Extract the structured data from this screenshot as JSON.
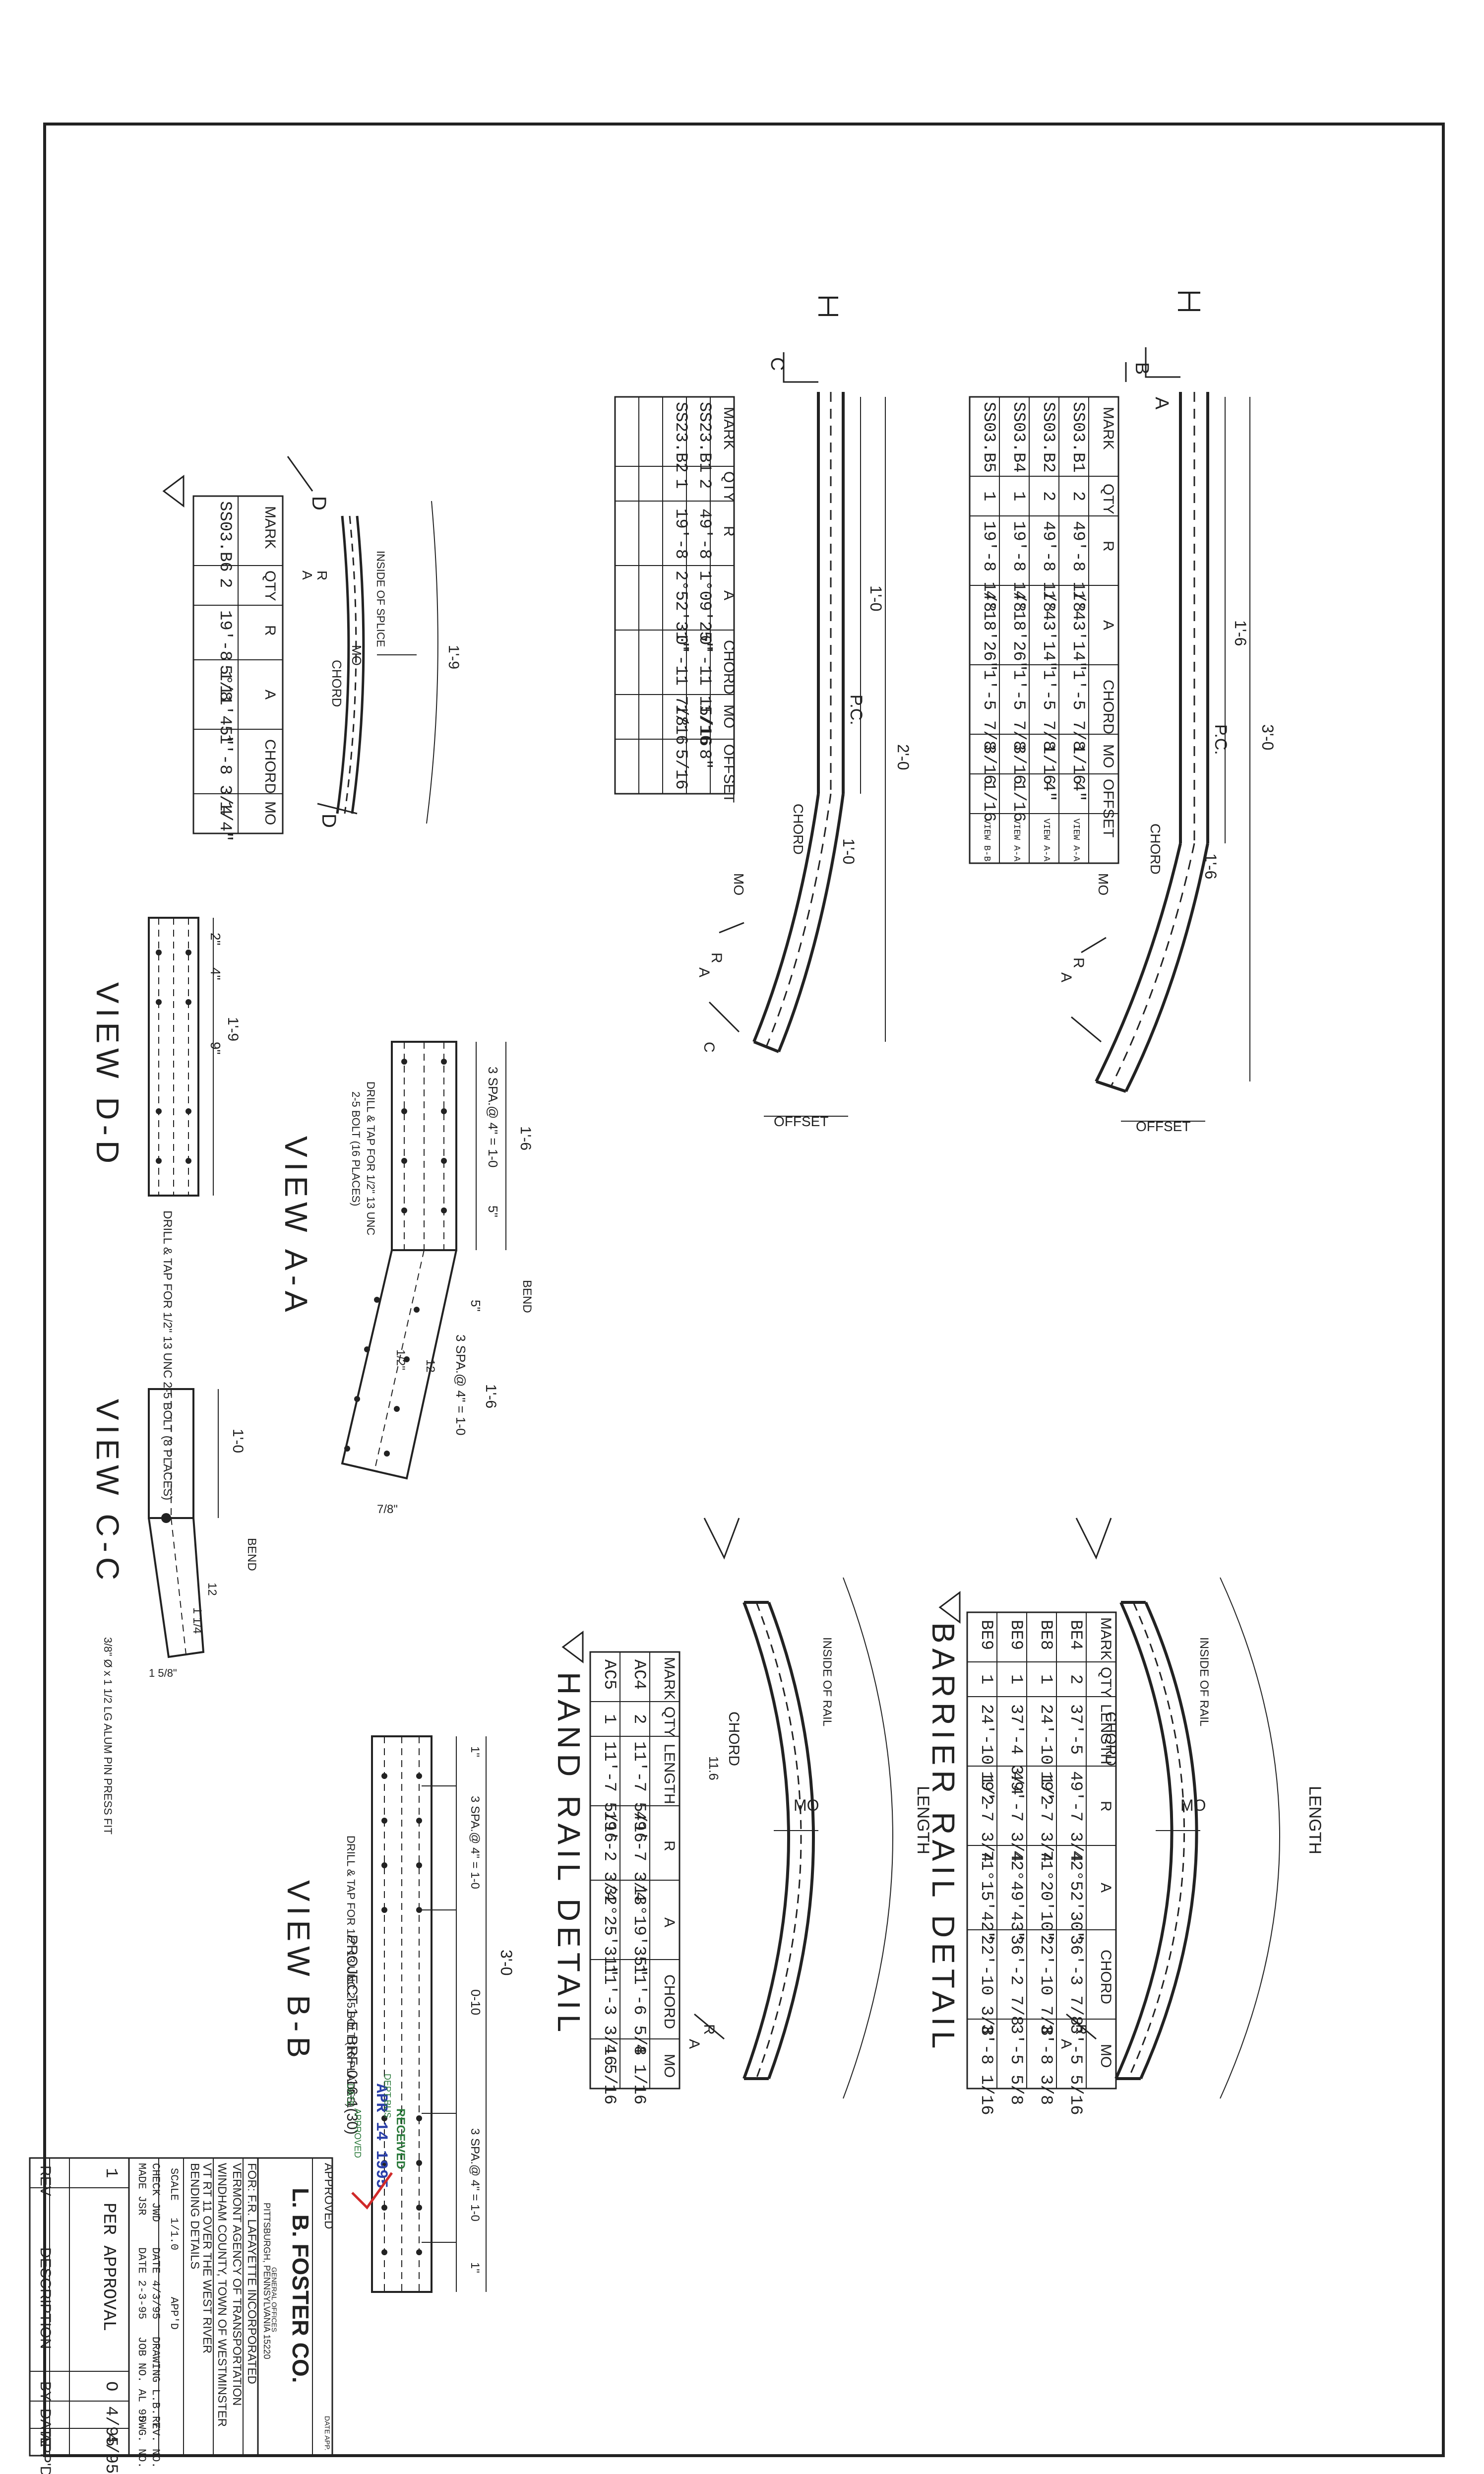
{
  "section_a": {
    "title": "",
    "table_headers": [
      "MARK",
      "QTY",
      "R",
      "A",
      "CHORD",
      "MO",
      "OFFSET"
    ],
    "rows": [
      [
        "SS03.B1",
        "2",
        "49'-8 1/8",
        "1°43'14\"",
        "1'-5 7/8",
        "1/16",
        "4\"",
        "VIEW A-A"
      ],
      [
        "SS03.B2",
        "2",
        "49'-8 1/8",
        "1°43'14\"",
        "1'-5 7/8",
        "1/16",
        "4\"",
        "VIEW A-A"
      ],
      [
        "SS03.B4",
        "1",
        "19'-8 1/8",
        "4°18'26\"",
        "1'-5 7/8",
        "3/16",
        "1/16",
        "VIEW A-A"
      ],
      [
        "SS03.B5",
        "1",
        "19'-8 1/8",
        "4°18'26\"",
        "1'-5 7/8",
        "3/16",
        "1/16",
        "VIEW B-B"
      ]
    ],
    "labels": {
      "a": "A",
      "b": "B",
      "r": "R",
      "mo": "MO",
      "chord": "CHORD",
      "pc": "P.C.",
      "offset": "OFFSET",
      "len1": "1'-6",
      "len2": "1'-6",
      "len3": "3'-0"
    }
  },
  "section_c": {
    "table_headers": [
      "MARK",
      "QTY",
      "R",
      "A",
      "CHORD",
      "MO",
      "OFFSET"
    ],
    "rows": [
      [
        "SS23.B1",
        "2",
        "49'-8",
        "1°09'25\"",
        "0'-11 15/16",
        "1/16",
        "8\""
      ],
      [
        "SS23.B2",
        "1",
        "19'-8",
        "2°52'31\"",
        "0'-11 7/8",
        "1/16",
        "5/16"
      ]
    ],
    "labels": {
      "c": "C",
      "r": "R",
      "a": "A",
      "mo": "MO",
      "chord": "CHORD",
      "pc": "P.C.",
      "offset": "OFFSET",
      "len1": "1'-0",
      "len2": "1'-0",
      "len3": "2'-0"
    }
  },
  "section_d": {
    "table_headers": [
      "MARK",
      "QTY",
      "R",
      "A",
      "CHORD",
      "MO"
    ],
    "rows": [
      [
        "SS03.B6",
        "2",
        "19'-8 1/8",
        "5°11'45\"",
        "1'-8 3/4",
        "1/4\""
      ]
    ],
    "labels": {
      "d": "D",
      "r": "R",
      "a": "A",
      "mo": "MO",
      "chord": "CHORD",
      "length": "1'-9",
      "ref": "INSIDE OF SPLICE"
    }
  },
  "views": {
    "view_aa": "VIEW A-A",
    "view_bb": "VIEW B-B",
    "view_cc": "VIEW C-C",
    "view_dd": "VIEW D-D",
    "aa_notes": [
      "1'-6",
      "3 SPA.@ 4\" = 1-0",
      "5\"",
      "DRILL & TAP FOR 1/2\" 13 UNC",
      "2-5 BOLT (16 PLACES)",
      "BEND",
      "5\"",
      "3 SPA.@ 4\" = 1-0",
      "1'-6",
      "1/2\"",
      "12",
      "7/8\""
    ],
    "bb_notes": [
      "3'-0",
      "1\"",
      "3 SPA.@ 4\" = 1-0",
      "0-10",
      "3 SPA.@ 4\" = 1-0",
      "1\"",
      "DRILL & TAP FOR 1/2\" 13 UNC 2-5 BOLT (16 PLACES)"
    ],
    "cc_notes": [
      "1'-0",
      "BEND",
      "12",
      "1 1/4",
      "3/8\" Ø x 1 1/2 LG ALUM PIN PRESS FIT",
      "1 5/8\""
    ],
    "dd_notes": [
      "1'-9",
      "9\"",
      "4\"",
      "2\"",
      "DRILL & TAP FOR 1/2\" 13 UNC 2-5 BOLT (8 PLACES)"
    ]
  },
  "barrier_rail": {
    "title": "BARRIER RAIL DETAIL",
    "headers": [
      "MARK",
      "QTY",
      "LENGTH",
      "R",
      "A",
      "CHORD",
      "MO"
    ],
    "rows": [
      [
        "BE4",
        "2",
        "37'-5",
        "49'-7 3/4",
        "42°52'30\"",
        "36'-3 7/8",
        "3'-5 5/16"
      ],
      [
        "BE8",
        "1",
        "24'-10 1/2",
        "19'-7 3/4",
        "71°20'10\"",
        "22'-10 7/8",
        "3'-8 3/8"
      ],
      [
        "BE9",
        "1",
        "37'-4 3/4",
        "49'-7 3/4",
        "42°49'43\"",
        "36'-2 7/8",
        "3'-5 5/8"
      ],
      [
        "BE9",
        "1",
        "24'-10 1/2",
        "19'-7 3/4",
        "71°15'42\"",
        "22'-10 3/8",
        "3'-8 1/16"
      ]
    ],
    "labels": {
      "length": "LENGTH",
      "chord": "CHORD",
      "mo": "MO",
      "r": "R",
      "a": "A",
      "ref": "INSIDE OF RAIL"
    }
  },
  "hand_rail": {
    "title": "HAND RAIL DETAIL",
    "headers": [
      "MARK",
      "QTY",
      "LENGTH",
      "R",
      "A",
      "CHORD",
      "MO"
    ],
    "rows": [
      [
        "AC4",
        "2",
        "11'-7 5/16",
        "49'-7 3/4",
        "13°19'35\"",
        "11'-6 5/8",
        "4 1/16"
      ],
      [
        "AC5",
        "1",
        "11'-7 5/16",
        "19'-2 3/4",
        "32°25'31\"",
        "11'-3 3/16",
        "4 5/16"
      ]
    ],
    "labels": {
      "length": "LENGTH",
      "chord": "CHORD",
      "mo": "MO",
      "r": "R",
      "a": "A",
      "ref": "INSIDE OF RAIL",
      "pencil": "11.6"
    }
  },
  "revision": {
    "rev_label": "REV",
    "description": "PER APPROVAL",
    "headers": [
      "REV",
      "DESCRIPTION",
      "BY",
      "DATE",
      "APP'D"
    ],
    "row": [
      "1",
      "PER APPROVAL",
      "O",
      "4/95",
      "4/95"
    ]
  },
  "title_block": {
    "company": "L. B. FOSTER CO.",
    "office": "GENERAL OFFICES",
    "city": "PITTSBURGH, PENNSYLVANIA 15220",
    "approved": "APPROVED",
    "date_label": "DATE APP.",
    "project": "PROJECT 1-E BRF-016-1(30)",
    "for_lines": [
      "FOR: F.R. LAFAYETTE INCORPORATED",
      "VERMONT AGENCY OF TRANSPORTATION",
      "WINDHAM COUNTY, TOWN OF WESTMINSTER",
      "VT RT 11 OVER THE WEST RIVER",
      "BENDING DETAILS"
    ],
    "made": "MADE JSR",
    "made_date": "DATE 2-3-95",
    "checked": "CHECK JWD",
    "checked_date": "DATE 4/3/95",
    "appd": "APP'D",
    "job": "JOB NO. AL 95",
    "drawing": "DRAWING L.B. 7",
    "dwg_no": "DWG. NO.",
    "rev_no": "REV. NO.",
    "scale": "SCALE",
    "scale_val": "1/1.0"
  },
  "stamp": {
    "received": "RECEIVED",
    "date": "APR 14 1995",
    "dept": "DEPT BUS",
    "date_label": "DATE",
    "approved": "APPROVED"
  }
}
